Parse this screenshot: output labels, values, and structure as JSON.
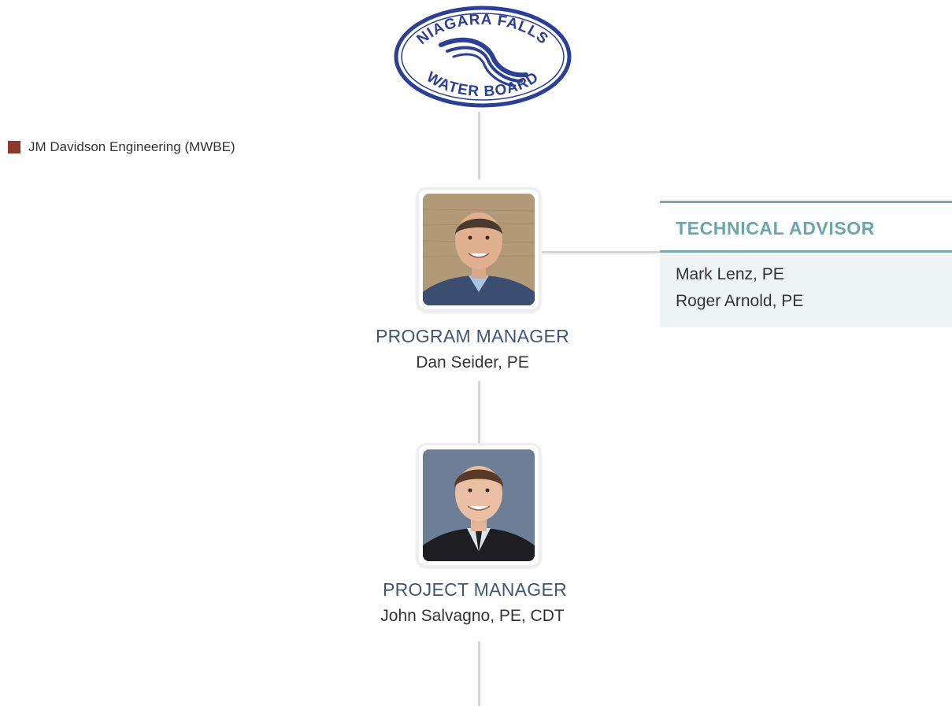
{
  "logo": {
    "top_text": "NIAGARA FALLS",
    "bottom_text": "WATER BOARD",
    "colors": {
      "ring": "#2a3f95",
      "waves": "#2a3f95"
    }
  },
  "legend": {
    "label": "JM Davidson Engineering (MWBE)",
    "color": "#8b3a2b"
  },
  "program_manager": {
    "role": "PROGRAM MANAGER",
    "name": "Dan Seider, PE"
  },
  "project_manager": {
    "role": "PROJECT MANAGER",
    "name": "John Salvagno, PE, CDT"
  },
  "technical_advisor": {
    "title": "TECHNICAL ADVISOR",
    "members": [
      "Mark Lenz, PE",
      "Roger Arnold, PE"
    ]
  },
  "colors": {
    "role_text": "#3d5775",
    "advisor_accent": "#6aa6ac",
    "advisor_fill": "#eef4f3",
    "connector": "#d6d6d6"
  }
}
